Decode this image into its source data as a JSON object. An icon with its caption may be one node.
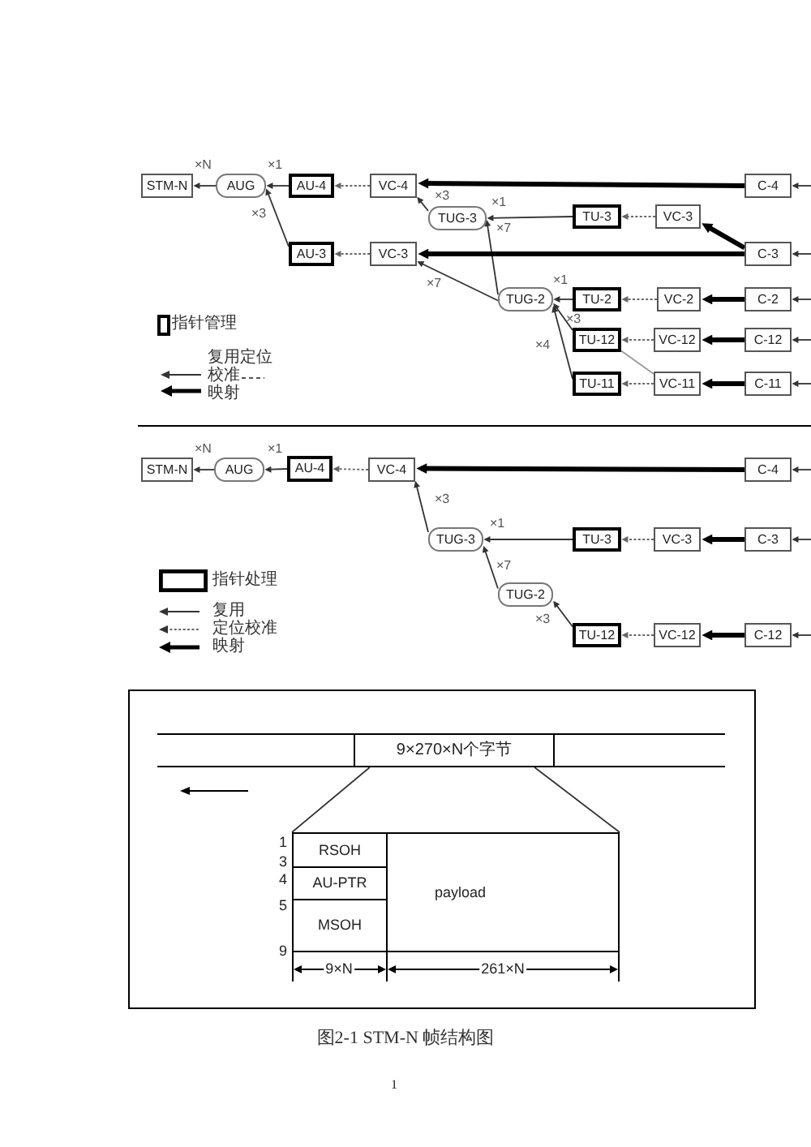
{
  "diagram": {
    "caption": "图2-1 STM-N 帧结构图",
    "nodes": [
      {
        "text": [
          "STM-N"
        ]
      },
      {
        "text": [
          "AUG"
        ]
      },
      {
        "text": [
          "AU-4"
        ]
      },
      {
        "text": [
          "VC-4"
        ]
      },
      {
        "text": [
          "C-4"
        ]
      },
      {
        "text": [
          "TUG-3"
        ]
      },
      {
        "text": [
          "TU-3"
        ]
      },
      {
        "text": [
          "VC-3"
        ]
      },
      {
        "text": [
          "AU-3"
        ]
      },
      {
        "text": [
          "VC-3"
        ]
      },
      {
        "text": [
          "C-3"
        ]
      },
      {
        "text": [
          "TUG-2"
        ]
      },
      {
        "text": [
          "TU-2"
        ]
      },
      {
        "text": [
          "VC-2"
        ]
      },
      {
        "text": [
          "C-2"
        ]
      },
      {
        "text": [
          "TU-12"
        ]
      },
      {
        "text": [
          "VC-12"
        ]
      },
      {
        "text": [
          "C-12"
        ]
      },
      {
        "text": [
          "TU-11"
        ]
      },
      {
        "text": [
          "VC-11"
        ]
      },
      {
        "text": [
          "C-11"
        ]
      },
      {
        "text": [
          "STM-N"
        ]
      },
      {
        "text": [
          "AUG"
        ]
      },
      {
        "text": [
          "AU-4"
        ]
      },
      {
        "text": [
          "VC-4"
        ]
      },
      {
        "text": [
          "C-4"
        ]
      },
      {
        "text": [
          "TUG-3"
        ]
      },
      {
        "text": [
          "TU-3"
        ]
      },
      {
        "text": [
          "VC-3"
        ]
      },
      {
        "text": [
          "C-3"
        ]
      },
      {
        "text": [
          "TUG-2"
        ]
      },
      {
        "text": [
          "TU-12"
        ]
      },
      {
        "text": [
          "VC-12"
        ]
      },
      {
        "text": [
          "C-12"
        ]
      },
      {
        "text": [],
        "shape": "box"
      },
      {
        "text": [
          "9×270×N个字节"
        ],
        "in": 34
      },
      {
        "text": [],
        "shape": "box",
        "in": 34
      },
      {
        "text": [
          "RSOH"
        ],
        "in": 36
      },
      {
        "text": [
          "AU-PTR"
        ],
        "in": 36
      },
      {
        "text": [
          "MSOH"
        ],
        "in": 36
      },
      {
        "text": [
          "payload"
        ],
        "in": 36
      }
    ],
    "edges": [
      {
        "from": 1,
        "to": 0,
        "arrow": "to",
        "label": "×N"
      },
      {
        "from": 2,
        "to": 1,
        "arrow": "to",
        "label": "×1"
      },
      {
        "from": 8,
        "to": 1,
        "arrow": "to",
        "label": "×3"
      },
      {
        "from": 3,
        "to": 2,
        "arrow": "to",
        "style": "dashed"
      },
      {
        "from": 9,
        "to": 8,
        "arrow": "to",
        "style": "dashed"
      },
      {
        "from": 4,
        "to": 3,
        "arrow": "to",
        "style": "thick"
      },
      {
        "from": 5,
        "to": 3,
        "arrow": "to",
        "label": "×3"
      },
      {
        "from": 6,
        "to": 5,
        "arrow": "to",
        "label": "×1"
      },
      {
        "from": 11,
        "to": 5,
        "arrow": "to",
        "label": "×7"
      },
      {
        "from": 7,
        "to": 6,
        "arrow": "to",
        "style": "dashed"
      },
      {
        "from": 10,
        "to": 7,
        "arrow": "to",
        "style": "thick"
      },
      {
        "from": 10,
        "to": 9,
        "arrow": "to",
        "style": "thick"
      },
      {
        "from": 11,
        "to": 9,
        "arrow": "to",
        "label": "×7"
      },
      {
        "from": 12,
        "to": 11,
        "arrow": "to",
        "label": "×1"
      },
      {
        "from": 15,
        "to": 11,
        "arrow": "to",
        "label": "×3"
      },
      {
        "from": 18,
        "to": 11,
        "arrow": "to",
        "label": "×4"
      },
      {
        "from": 13,
        "to": 12,
        "arrow": "to",
        "style": "dashed"
      },
      {
        "from": 16,
        "to": 15,
        "arrow": "to",
        "style": "dashed"
      },
      {
        "from": 19,
        "to": 18,
        "arrow": "to",
        "style": "dashed"
      },
      {
        "from": 19,
        "to": 15,
        "arrow": "none",
        "color": "#999999"
      },
      {
        "from": 14,
        "to": 13,
        "arrow": "to",
        "style": "thick"
      },
      {
        "from": 17,
        "to": 16,
        "arrow": "to",
        "style": "thick"
      },
      {
        "from": 20,
        "to": 19,
        "arrow": "to",
        "style": "thick"
      },
      {
        "from": null,
        "to": 4,
        "arrow": "to"
      },
      {
        "from": null,
        "to": 10,
        "arrow": "to"
      },
      {
        "from": null,
        "to": 14,
        "arrow": "to"
      },
      {
        "from": null,
        "to": 17,
        "arrow": "to"
      },
      {
        "from": null,
        "to": 20,
        "arrow": "to"
      },
      {
        "from": 22,
        "to": 21,
        "arrow": "to",
        "label": "×N"
      },
      {
        "from": 23,
        "to": 22,
        "arrow": "to",
        "label": "×1"
      },
      {
        "from": 24,
        "to": 23,
        "arrow": "to",
        "style": "dashed"
      },
      {
        "from": 25,
        "to": 24,
        "arrow": "to",
        "style": "thick"
      },
      {
        "from": 26,
        "to": 24,
        "arrow": "to",
        "label": "×3"
      },
      {
        "from": 27,
        "to": 26,
        "arrow": "to",
        "label": "×1"
      },
      {
        "from": 30,
        "to": 26,
        "arrow": "to",
        "label": "×7"
      },
      {
        "from": 31,
        "to": 30,
        "arrow": "to",
        "label": "×3"
      },
      {
        "from": 28,
        "to": 27,
        "arrow": "to",
        "style": "dashed"
      },
      {
        "from": 29,
        "to": 28,
        "arrow": "to",
        "style": "thick"
      },
      {
        "from": 32,
        "to": 31,
        "arrow": "to",
        "style": "dashed"
      },
      {
        "from": 33,
        "to": 32,
        "arrow": "to",
        "style": "thick"
      },
      {
        "from": null,
        "to": 25,
        "arrow": "to"
      },
      {
        "from": null,
        "to": 29,
        "arrow": "to"
      },
      {
        "from": null,
        "to": 33,
        "arrow": "to"
      },
      {
        "from": 35,
        "to": 36,
        "arrow": "none"
      },
      {
        "from": 35,
        "to": 36,
        "arrow": "none"
      }
    ],
    "labels": [
      "1",
      "3",
      "4",
      "5",
      "9",
      "9×N",
      "261×N",
      "1"
    ],
    "legend": [
      {
        "text": "指针管理"
      },
      {
        "text": "复用定位"
      },
      {
        "text": "校准"
      },
      {
        "text": "映射"
      },
      {
        "text": "指针处理"
      },
      {
        "text": "复用"
      },
      {
        "text": "定位校准"
      },
      {
        "text": "映射"
      }
    ]
  }
}
